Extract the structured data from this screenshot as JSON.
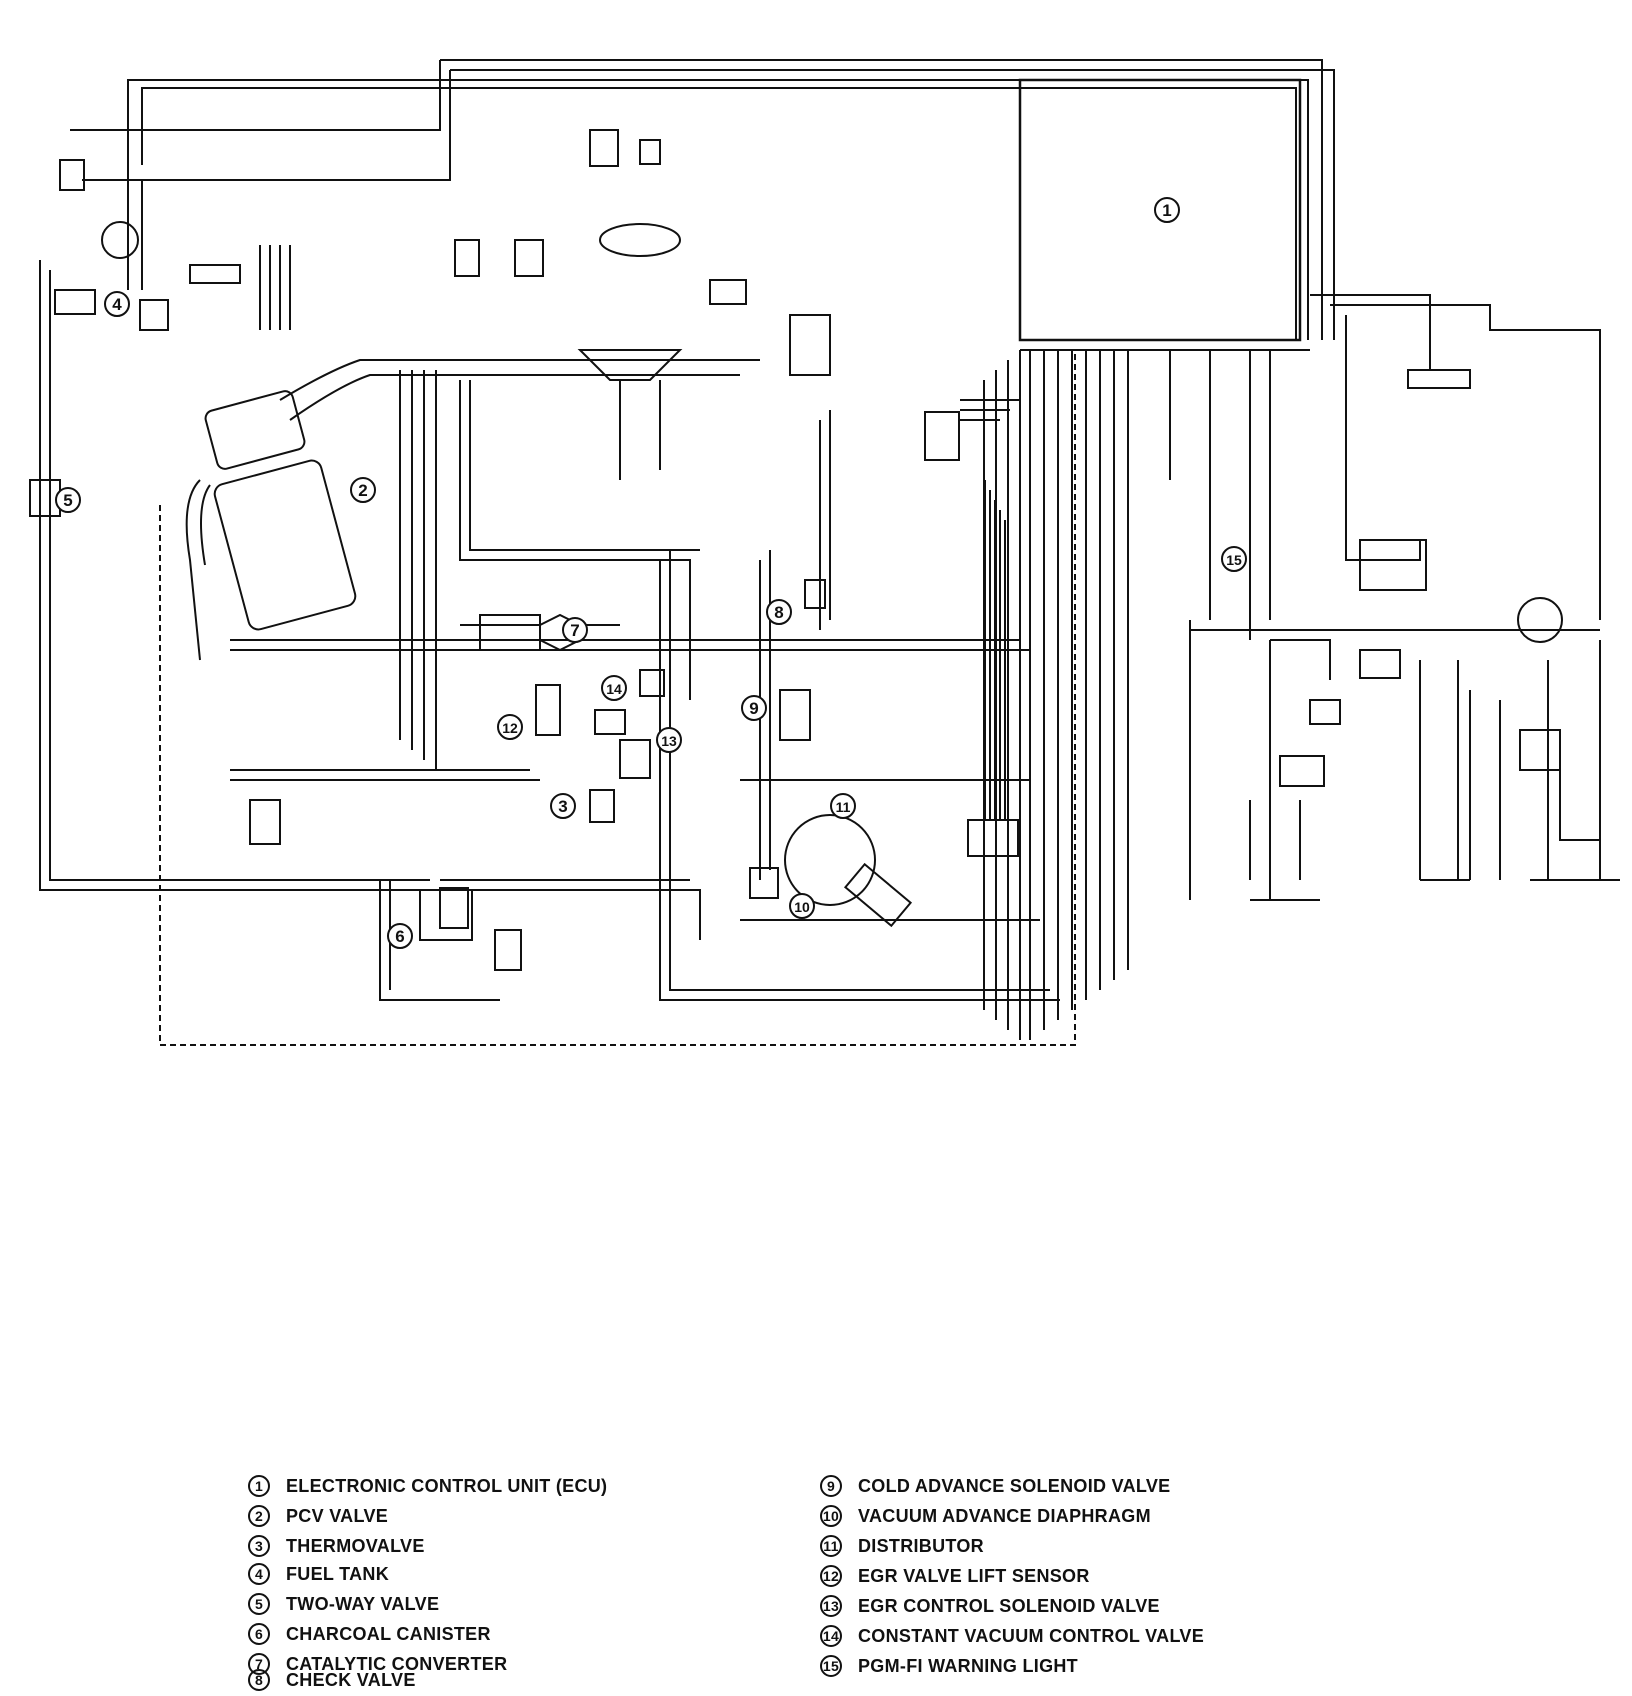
{
  "callouts": [
    {
      "num": "1"
    },
    {
      "num": "2"
    },
    {
      "num": "3"
    },
    {
      "num": "4"
    },
    {
      "num": "5"
    },
    {
      "num": "6"
    },
    {
      "num": "7"
    },
    {
      "num": "8"
    },
    {
      "num": "9"
    },
    {
      "num": "10"
    },
    {
      "num": "11"
    },
    {
      "num": "12"
    },
    {
      "num": "13"
    },
    {
      "num": "14"
    },
    {
      "num": "15"
    }
  ],
  "legend": {
    "items": [
      {
        "num": "1",
        "label": "ELECTRONIC CONTROL UNIT (ECU)"
      },
      {
        "num": "2",
        "label": "PCV VALVE"
      },
      {
        "num": "3",
        "label": "THERMOVALVE"
      },
      {
        "num": "4",
        "label": "FUEL TANK"
      },
      {
        "num": "5",
        "label": "TWO-WAY VALVE"
      },
      {
        "num": "6",
        "label": "CHARCOAL CANISTER"
      },
      {
        "num": "7",
        "label": "CATALYTIC CONVERTER"
      },
      {
        "num": "8",
        "label": "CHECK VALVE"
      },
      {
        "num": "9",
        "label": "COLD ADVANCE SOLENOID VALVE"
      },
      {
        "num": "10",
        "label": "VACUUM ADVANCE DIAPHRAGM"
      },
      {
        "num": "11",
        "label": "DISTRIBUTOR"
      },
      {
        "num": "12",
        "label": "EGR VALVE LIFT SENSOR"
      },
      {
        "num": "13",
        "label": "EGR CONTROL SOLENOID VALVE"
      },
      {
        "num": "14",
        "label": "CONSTANT VACUUM CONTROL VALVE"
      },
      {
        "num": "15",
        "label": "PGM-FI WARNING LIGHT"
      }
    ]
  }
}
